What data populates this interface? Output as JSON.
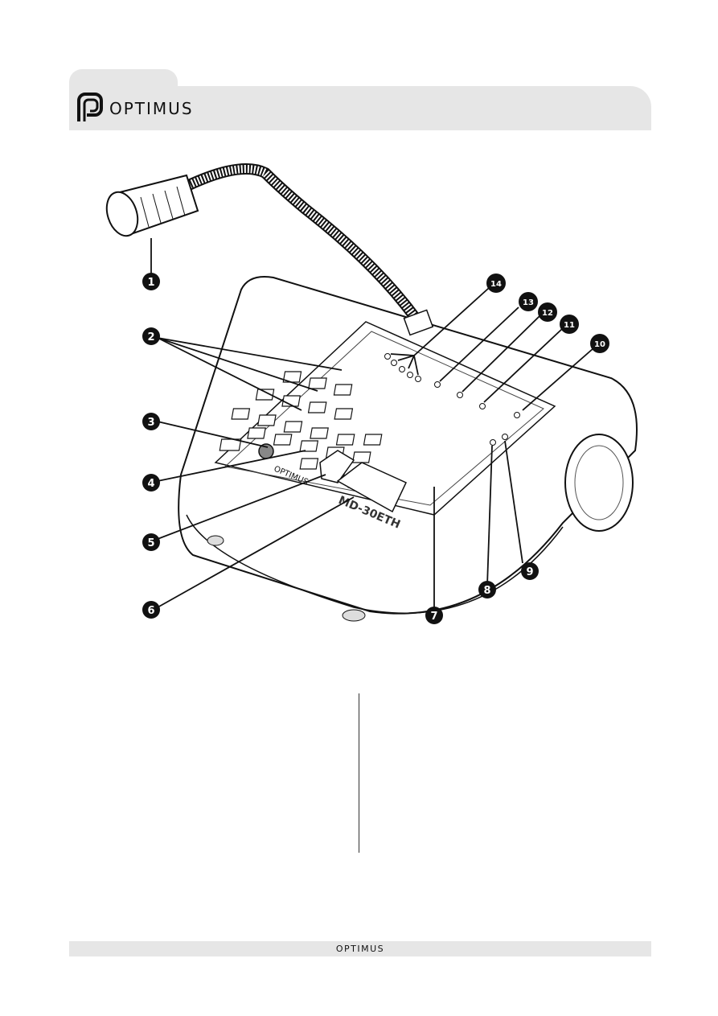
{
  "header": {
    "brand": "OPTIMUS"
  },
  "device": {
    "model": "MD-30ETH",
    "panel_brand": "OPTIMUS"
  },
  "callouts": [
    "1",
    "2",
    "3",
    "4",
    "5",
    "6",
    "7",
    "8",
    "9",
    "10",
    "11",
    "12",
    "13",
    "14"
  ],
  "footer": {
    "brand": "OPTIMUS"
  }
}
